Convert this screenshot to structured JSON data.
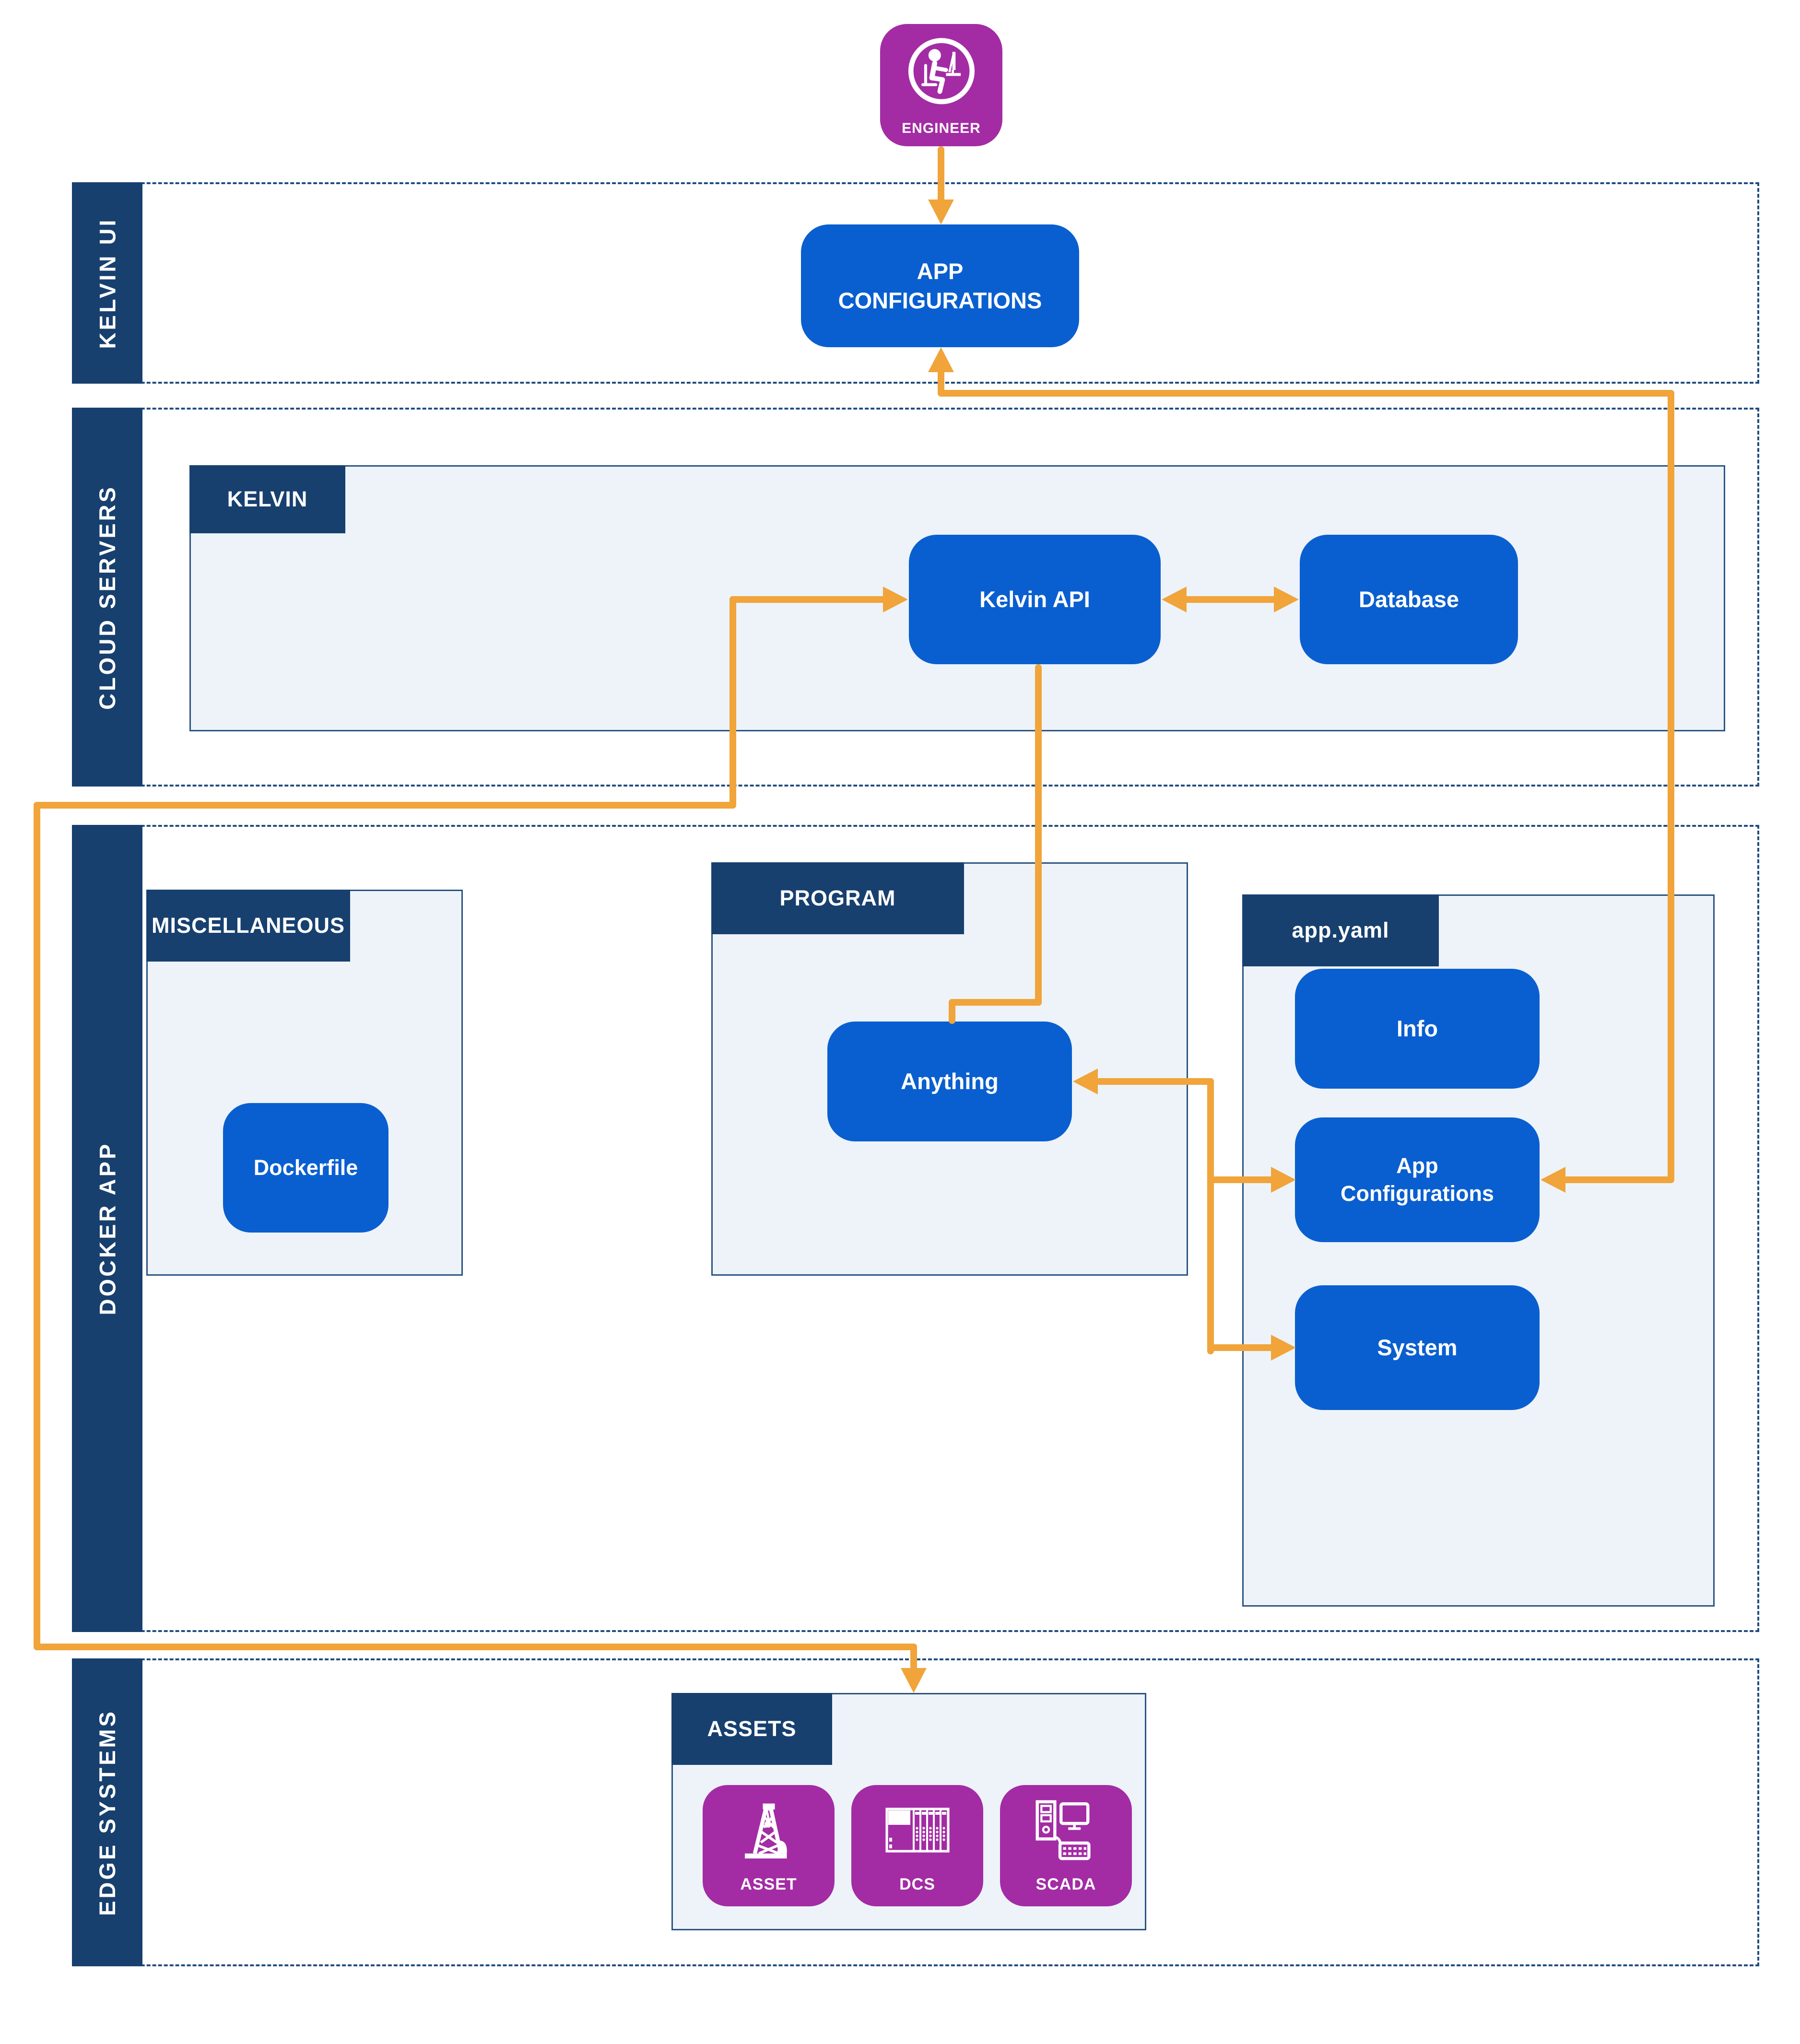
{
  "colors": {
    "navy": "#17406F",
    "box_blue": "#0A5FD0",
    "magenta": "#A32CA4",
    "arrow_orange": "#F0A43A",
    "panel_fill": "#EDF3F9",
    "panel_border": "#2A5480",
    "dashed_border": "#214D7C"
  },
  "bands": {
    "kelvin_ui": {
      "label": "KELVIN UI"
    },
    "cloud_servers": {
      "label": "CLOUD SERVERS"
    },
    "docker_app": {
      "label": "DOCKER APP"
    },
    "edge_systems": {
      "label": "EDGE SYSTEMS"
    }
  },
  "nodes": {
    "engineer": {
      "label": "ENGINEER"
    },
    "app_configurations_ui": {
      "label": "APP\nCONFIGURATIONS"
    },
    "kelvin_panel": {
      "label": "KELVIN"
    },
    "kelvin_api": {
      "label": "Kelvin API"
    },
    "database": {
      "label": "Database"
    },
    "miscellaneous_panel": {
      "label": "MISCELLANEOUS"
    },
    "dockerfile": {
      "label": "Dockerfile"
    },
    "program_panel": {
      "label": "PROGRAM"
    },
    "anything": {
      "label": "Anything"
    },
    "app_yaml_panel": {
      "label": "app.yaml"
    },
    "info": {
      "label": "Info"
    },
    "app_configurations_yaml": {
      "label": "App\nConfigurations"
    },
    "system": {
      "label": "System"
    },
    "assets_panel": {
      "label": "ASSETS"
    },
    "asset": {
      "label": "ASSET"
    },
    "dcs": {
      "label": "DCS"
    },
    "scada": {
      "label": "SCADA"
    }
  }
}
